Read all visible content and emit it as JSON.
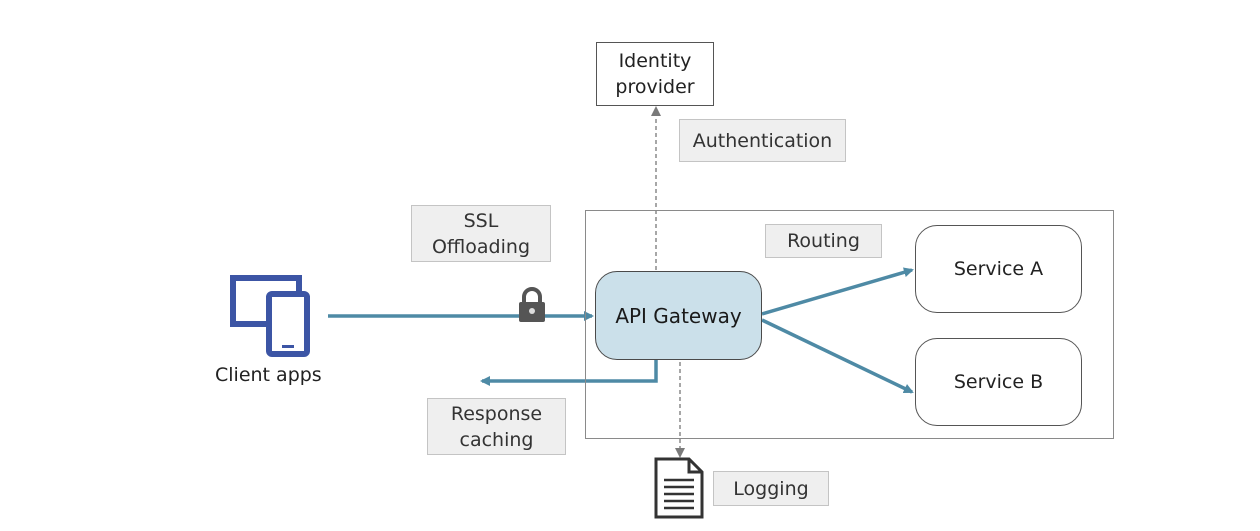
{
  "nodes": {
    "identity_provider": "Identity\nprovider",
    "api_gateway": "API Gateway",
    "service_a": "Service A",
    "service_b": "Service B",
    "client_apps": "Client apps"
  },
  "labels": {
    "authentication": "Authentication",
    "ssl_offloading": "SSL\nOffloading",
    "routing": "Routing",
    "response_caching": "Response\ncaching",
    "logging": "Logging"
  },
  "icons": {
    "client": "devices-icon",
    "lock": "lock-icon",
    "log": "document-icon"
  },
  "colors": {
    "arrow": "#4e8aa5",
    "gateway_fill": "#cbe0ea",
    "client_icon": "#3c55a5",
    "label_fill": "#efefef"
  }
}
